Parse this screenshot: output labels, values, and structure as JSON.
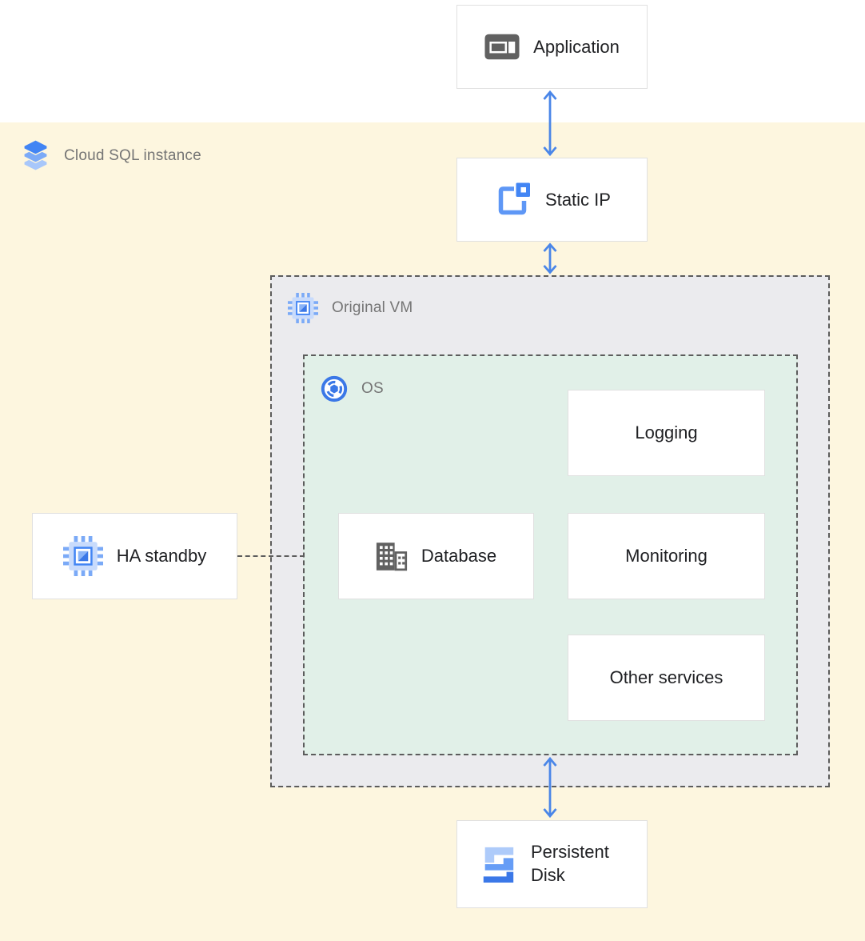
{
  "colors": {
    "canvas_top": "#ffffff",
    "cloud_sql_zone_bg": "#fdf6df",
    "vm_zone_bg": "#ebebee",
    "os_zone_bg": "#e1f0e8",
    "node_bg": "#ffffff",
    "node_border": "#e0e0e0",
    "dashed_border": "#5c5c5c",
    "arrow_blue": "#4a86e8",
    "label_gray": "#757575",
    "text_dark": "#202124",
    "icon_gray": "#616161",
    "icon_blue": "#4285f4",
    "icon_blue_light": "#aecbfa",
    "icon_blue_medium": "#669df6"
  },
  "zones": {
    "cloud_sql": {
      "label": "Cloud SQL instance",
      "icon": "cloud-sql-stack-icon"
    },
    "original_vm": {
      "label": "Original VM",
      "icon": "compute-engine-chip-icon"
    },
    "os": {
      "label": "OS",
      "icon": "os-image-icon"
    }
  },
  "nodes": {
    "application": {
      "label": "Application",
      "icon": "application-window-icon"
    },
    "static_ip": {
      "label": "Static IP",
      "icon": "static-ip-icon"
    },
    "logging": {
      "label": "Logging"
    },
    "database": {
      "label": "Database",
      "icon": "database-building-icon"
    },
    "monitoring": {
      "label": "Monitoring"
    },
    "other_services": {
      "label": "Other services"
    },
    "ha_standby": {
      "label": "HA standby",
      "icon": "compute-engine-chip-icon"
    },
    "persistent_disk": {
      "label": "Persistent Disk",
      "icon": "persistent-disk-icon"
    }
  },
  "connections": [
    {
      "from": "application",
      "to": "static_ip",
      "type": "double-arrow"
    },
    {
      "from": "static_ip",
      "to": "original_vm",
      "type": "double-arrow"
    },
    {
      "from": "os",
      "to": "persistent_disk",
      "type": "double-arrow"
    },
    {
      "from": "ha_standby",
      "to": "os",
      "type": "dashed-line"
    }
  ]
}
